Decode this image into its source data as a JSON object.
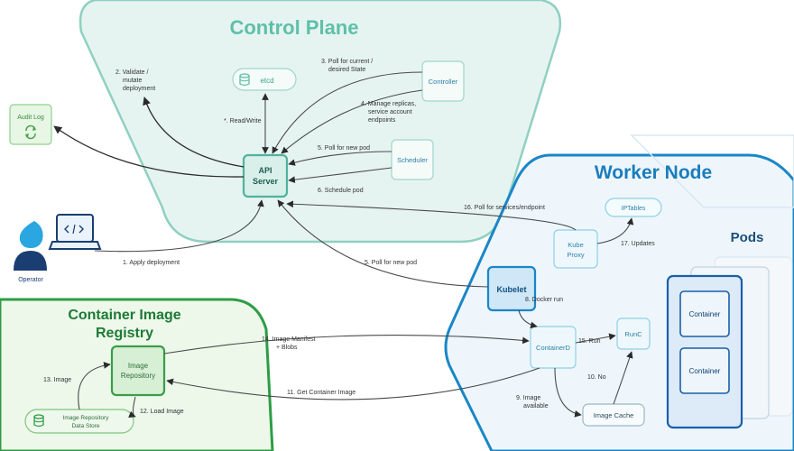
{
  "regions": {
    "control_plane": "Control Plane",
    "worker_node": "Worker Node",
    "registry_line1": "Container Image",
    "registry_line2": "Registry",
    "pods": "Pods"
  },
  "nodes": {
    "etcd": "etcd",
    "controller": "Controller",
    "scheduler": "Scheduler",
    "api_line1": "API",
    "api_line2": "Server",
    "audit_log": "Audit Log",
    "operator": "Operator",
    "iptables": "IPTables",
    "kube_proxy_line1": "Kube",
    "kube_proxy_line2": "Proxy",
    "kubelet": "Kubelet",
    "containerd": "ContainerD",
    "runc": "RunC",
    "image_cache": "Image Cache",
    "image_repo_line1": "Image",
    "image_repo_line2": "Repository",
    "data_store_line1": "Image Repository",
    "data_store_line2": "Data Store",
    "container_1": "Container",
    "container_2": "Container"
  },
  "steps": {
    "s1": "1. Apply deployment",
    "s2_line1": "2. Validate /",
    "s2_line2": "mutate",
    "s2_line3": "deployment",
    "s3_line1": "3. Poll for current /",
    "s3_line2": "desired State",
    "s4_line1": "4. Manage replicas,",
    "s4_line2": "service account",
    "s4_line3": "endpoints",
    "s_rw": "*. Read/Write",
    "s5_sched": "5. Poll for new pod",
    "s6": "6. Schedule pod",
    "s16": "16. Poll for services/endpoint",
    "s17": "17. Updates",
    "s5_kubelet": "5. Poll for new pod",
    "s8": "8. Docker run",
    "s14_line1": "14. Image Manifest",
    "s14_line2": "+ Blobs",
    "s15": "15. Run",
    "s10": "10. No",
    "s9_line1": "9. Image",
    "s9_line2": "available",
    "s11": "11. Get Container Image",
    "s12": "12. Load Image",
    "s13": "13. Image"
  },
  "colors": {
    "control_fill": "#e6f4f1",
    "control_stroke": "#8fd0c2",
    "control_text": "#5fbfaa",
    "worker_fill": "#eef6fc",
    "worker_stroke": "#1a86c8",
    "worker_text": "#1a7dbd",
    "registry_fill": "#edf8ea",
    "registry_stroke": "#2e9d45",
    "registry_text": "#1e7a35",
    "arrow": "#4a4a4a"
  }
}
